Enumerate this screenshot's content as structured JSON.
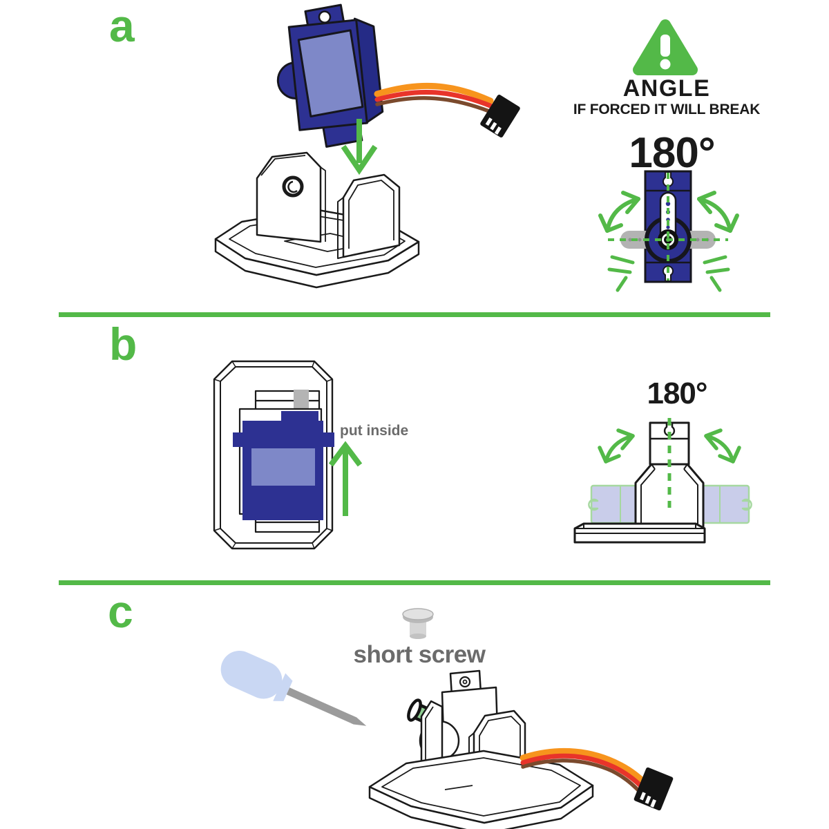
{
  "page": {
    "background": "#ffffff"
  },
  "sections": [
    {
      "id": "a",
      "label": "a",
      "warning": {
        "title": "ANGLE",
        "subtitle": "IF FORCED IT WILL BREAK"
      },
      "angle_label": "180°",
      "illustrations": [
        "servo-3d-icon",
        "insert-arrow-down-icon",
        "mount-bracket-icon",
        "warning-triangle-icon",
        "servo-rotation-diagram"
      ]
    },
    {
      "id": "b",
      "label": "b",
      "note": "put inside",
      "angle_label": "180°",
      "illustrations": [
        "frame-top-view-icon",
        "servo-side-icon",
        "insert-arrow-up-icon",
        "bracket-rotation-diagram",
        "servo-ghost-icon"
      ]
    },
    {
      "id": "c",
      "label": "c",
      "note": "short screw",
      "illustrations": [
        "screw-icon",
        "screwdriver-icon",
        "green-screw-icon",
        "dotted-path-icon",
        "assembled-mount-icon",
        "servo-wire-icon",
        "connector-icon"
      ]
    }
  ],
  "colors": {
    "accent_green": "#53b948",
    "servo_navy": "#2d3192",
    "servo_depth_navy": "#252b86",
    "servo_label_blue": "#7e88c8",
    "ghost_lavender": "#c9cdea",
    "ghost_outline_green": "#a6d8a0",
    "wire_orange": "#f7941d",
    "wire_red": "#e8342a",
    "wire_brown": "#7b4a2d",
    "outline_black": "#1a1a1a",
    "gray_text": "#6b6b6b",
    "horn_gray": "#b3b3b3",
    "handle_blue": "#c9d7f3",
    "screw_green": "#8fce92",
    "screw_gray": "#d6d6d6",
    "connector_black": "#141414"
  }
}
